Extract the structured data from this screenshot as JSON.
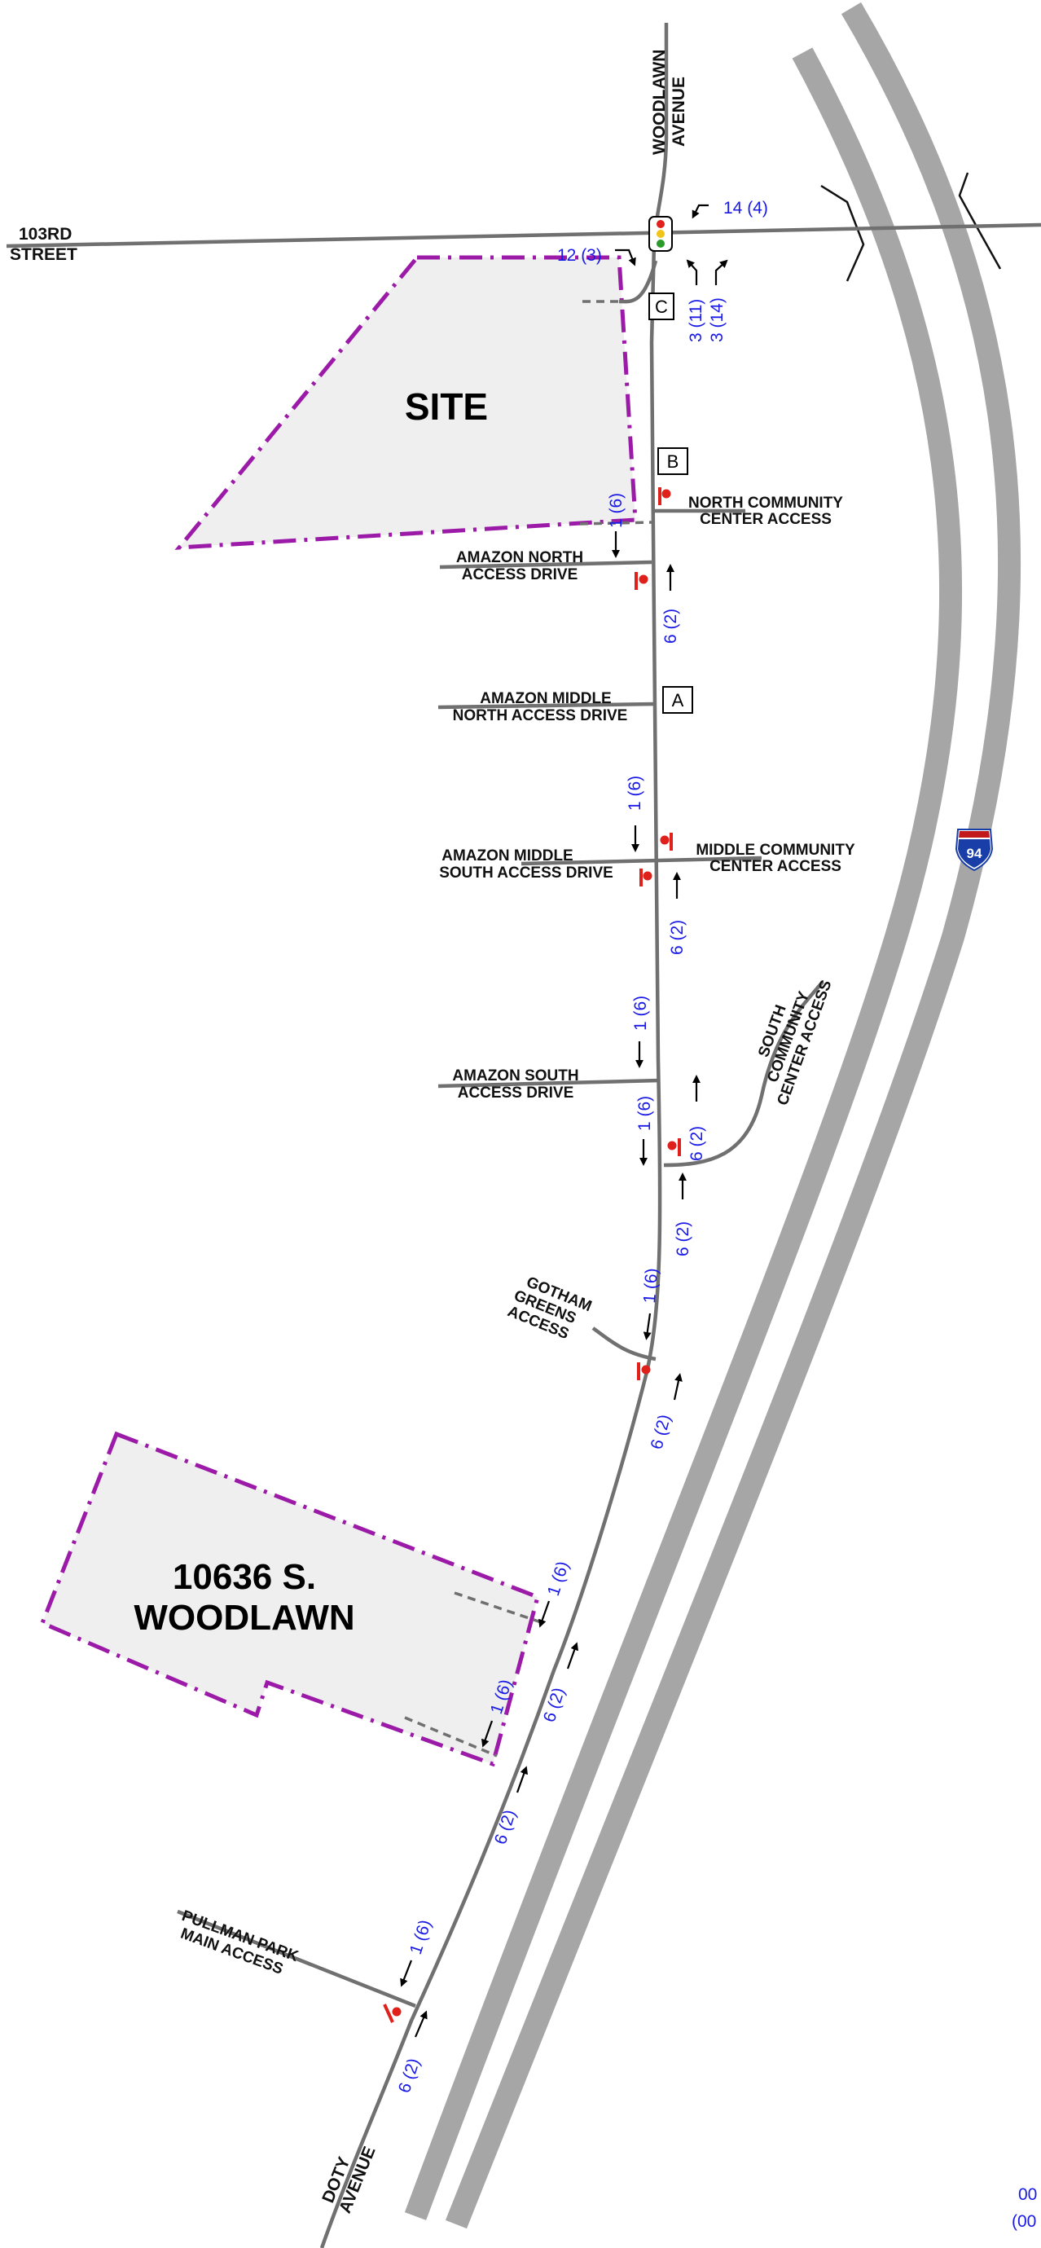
{
  "roads": {
    "woodlawn": [
      "WOODLAWN",
      "AVENUE"
    ],
    "street103": [
      "103RD",
      "STREET"
    ],
    "doty": [
      "DOTY",
      "AVENUE"
    ],
    "interstate": "94"
  },
  "areas": {
    "site": "SITE",
    "woodlawn_site": [
      "10636  S.",
      "WOODLAWN"
    ]
  },
  "access_labels": {
    "north_community": [
      "NORTH COMMUNITY",
      "CENTER ACCESS"
    ],
    "amazon_north": [
      "AMAZON NORTH",
      "ACCESS DRIVE"
    ],
    "amazon_middle_north": [
      "AMAZON  MIDDLE",
      "NORTH ACCESS DRIVE"
    ],
    "amazon_middle_south": [
      "AMAZON  MIDDLE",
      "SOUTH ACCESS DRIVE"
    ],
    "middle_community": [
      "MIDDLE COMMUNITY",
      "CENTER ACCESS"
    ],
    "amazon_south": [
      "AMAZON SOUTH",
      "ACCESS DRIVE"
    ],
    "south_community": [
      "SOUTH",
      "COMMUNITY",
      "CENTER ACCESS"
    ],
    "gotham": [
      "GOTHAM",
      "GREENS",
      "ACCESS"
    ],
    "pullman": [
      "PULLMAN PARK",
      "MAIN ACCESS"
    ]
  },
  "markers": {
    "a": "A",
    "b": "B",
    "c": "C"
  },
  "volumes": {
    "v103_wb": "14  (4)",
    "v103_sb_left": "12  (3)",
    "v103_nb_left": "3  (11)",
    "v103_nb_right": "3  (14)",
    "v_north_sb": "1  (6)",
    "v_north_nb": "6  (2)",
    "v_mid_sb": "1  (6)",
    "v_mid_nb": "6  (2)",
    "v_south_sb1": "1  (6)",
    "v_south_sb2": "1  (6)",
    "v_south_nb1": "6  (2)",
    "v_south_nb2": "6  (2)",
    "v_gotham_sb": "1  (6)",
    "v_gotham_nb": "6  (2)",
    "v_10636_sb1": "1  (6)",
    "v_10636_nb1": "6  (2)",
    "v_10636_sb2": "1  (6)",
    "v_10636_nb2": "6  (2)",
    "v_pullman_sb": "1  (6)",
    "v_pullman_nb": "6  (2)"
  },
  "legend_partial": [
    "00",
    "(00"
  ],
  "colors": {
    "road": "#707070",
    "highway": "#a6a6a6",
    "boundary": "#9c1aa8",
    "site_fill": "#efefef",
    "volume_text": "#1a1ae6",
    "stop_sign": "#e0201a",
    "shield_blue": "#1a3ea8",
    "shield_red": "#c21a1a"
  }
}
